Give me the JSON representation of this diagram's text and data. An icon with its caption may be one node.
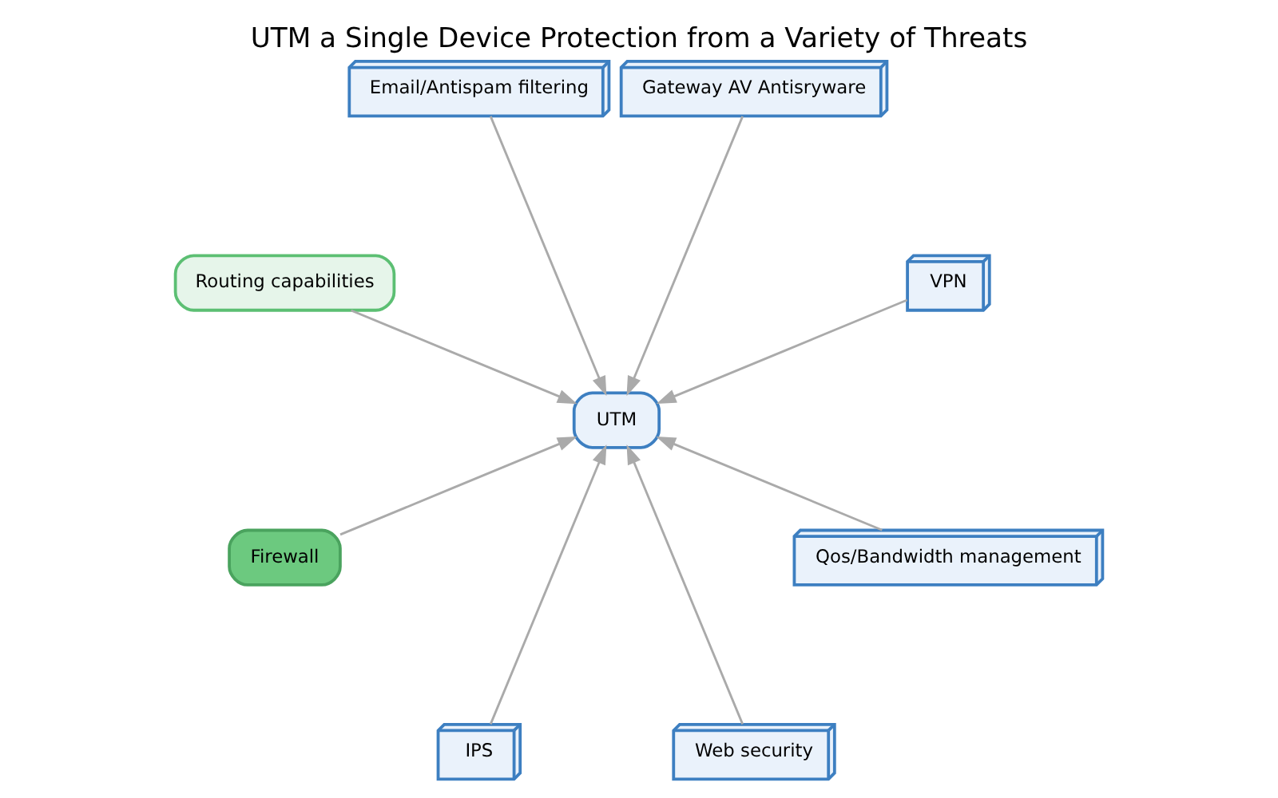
{
  "diagram": {
    "title": "UTM a Single Device Protection from a Variety of Threats",
    "nodes": [
      {
        "text": [
          "UTM"
        ]
      },
      {
        "text": [
          "VPN"
        ]
      },
      {
        "text": [
          "Gateway AV Antisryware"
        ]
      },
      {
        "text": [
          "Email/Antispam filtering"
        ]
      },
      {
        "text": [
          "Routing capabilities"
        ]
      },
      {
        "text": [
          "Firewall"
        ]
      },
      {
        "text": [
          "IPS"
        ]
      },
      {
        "text": [
          "Web security"
        ]
      },
      {
        "text": [
          "Qos/Bandwidth management"
        ]
      }
    ],
    "edges": [
      {
        "from": 1,
        "to": 0,
        "arrow": "to"
      },
      {
        "from": 2,
        "to": 0,
        "arrow": "to"
      },
      {
        "from": 3,
        "to": 0,
        "arrow": "to"
      },
      {
        "from": 4,
        "to": 0,
        "arrow": "to"
      },
      {
        "from": 5,
        "to": 0,
        "arrow": "to"
      },
      {
        "from": 6,
        "to": 0,
        "arrow": "to"
      },
      {
        "from": 7,
        "to": 0,
        "arrow": "to"
      },
      {
        "from": 8,
        "to": 0,
        "arrow": "to"
      }
    ]
  }
}
